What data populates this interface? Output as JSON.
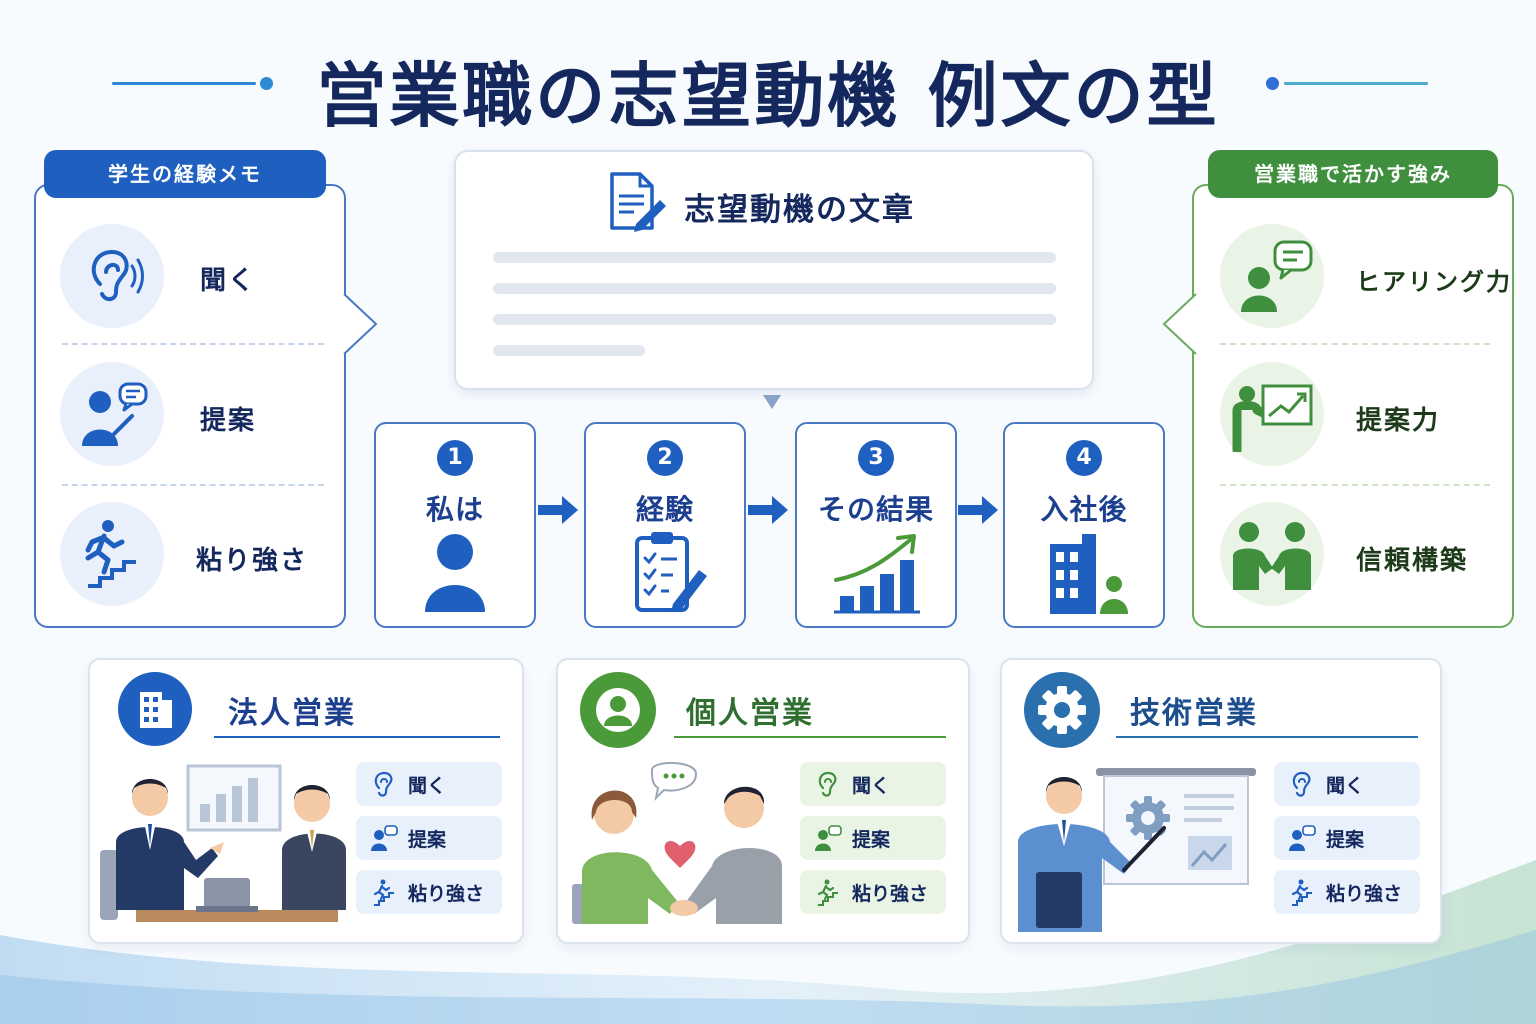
{
  "title": "営業職の志望動機 例文の型",
  "colors": {
    "accent_blue": "#1f5fbf",
    "accent_green": "#3f8f3f",
    "navy": "#15285e"
  },
  "memo_panel": {
    "tag": "学生の経験メモ",
    "items": [
      {
        "label": "聞く",
        "icon": "ear-icon"
      },
      {
        "label": "提案",
        "icon": "person-speech-icon"
      },
      {
        "label": "粘り強さ",
        "icon": "stairs-runner-icon"
      }
    ]
  },
  "document": {
    "title": "志望動機の文章",
    "icon": "document-pen-icon"
  },
  "steps": [
    {
      "number": "1",
      "label": "私は",
      "icon": "person-icon"
    },
    {
      "number": "2",
      "label": "経験",
      "icon": "clipboard-checklist-icon"
    },
    {
      "number": "3",
      "label": "その結果",
      "icon": "growth-chart-icon"
    },
    {
      "number": "4",
      "label": "入社後",
      "icon": "office-building-icon"
    }
  ],
  "strengths_panel": {
    "tag": "営業職で活かす強み",
    "items": [
      {
        "label": "ヒアリング力",
        "icon": "person-chat-icon"
      },
      {
        "label": "提案力",
        "icon": "presentation-chart-icon"
      },
      {
        "label": "信頼構築",
        "icon": "handshake-icon"
      }
    ]
  },
  "cards": [
    {
      "title": "法人営業",
      "icon": "building-icon",
      "illustration": "business-meeting-illustration",
      "chips": [
        "聞く",
        "提案",
        "粘り強さ"
      ]
    },
    {
      "title": "個人営業",
      "icon": "user-icon",
      "illustration": "customer-handshake-illustration",
      "chips": [
        "聞く",
        "提案",
        "粘り強さ"
      ]
    },
    {
      "title": "技術営業",
      "icon": "gear-icon",
      "illustration": "technical-presentation-illustration",
      "chips": [
        "聞く",
        "提案",
        "粘り強さ"
      ]
    }
  ]
}
